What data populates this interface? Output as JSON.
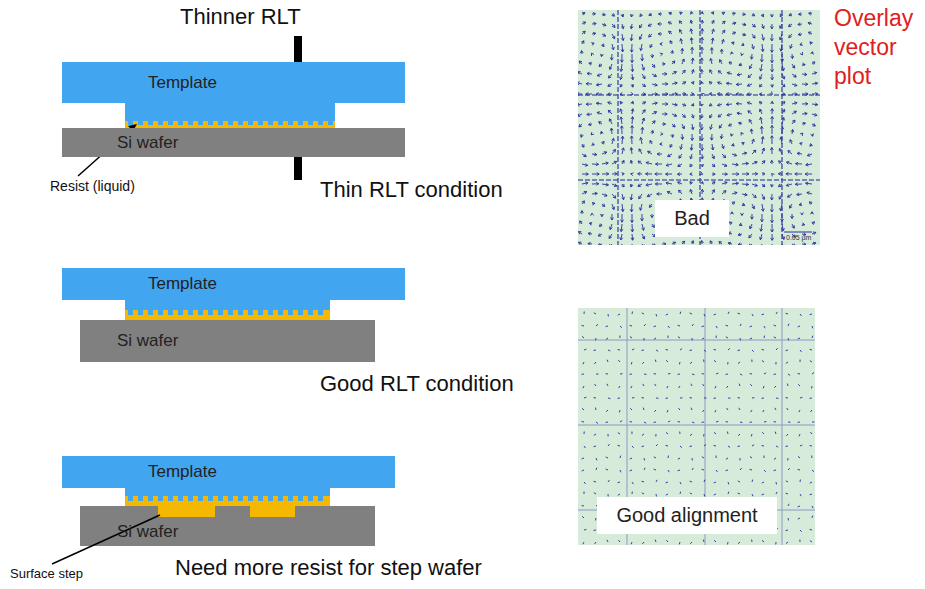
{
  "diagram": {
    "nodes": [
      {
        "text": [
          "Template"
        ]
      },
      {
        "text": [
          "Si wafer"
        ]
      },
      {
        "text": [
          "Template"
        ]
      },
      {
        "text": [
          "Si wafer"
        ]
      },
      {
        "text": [
          "Template"
        ]
      },
      {
        "text": [
          "Si wafer"
        ]
      },
      {
        "text": [
          "Bad"
        ]
      },
      {
        "text": [
          "Good alignment"
        ]
      }
    ],
    "labels": [
      "Thinner RLT",
      "Resist (liquid)",
      "Thin RLT condition",
      "Overlay vector plot",
      "0.05 µm",
      "Good RLT condition",
      "Need more resist for step wafer",
      "Surface step"
    ]
  }
}
